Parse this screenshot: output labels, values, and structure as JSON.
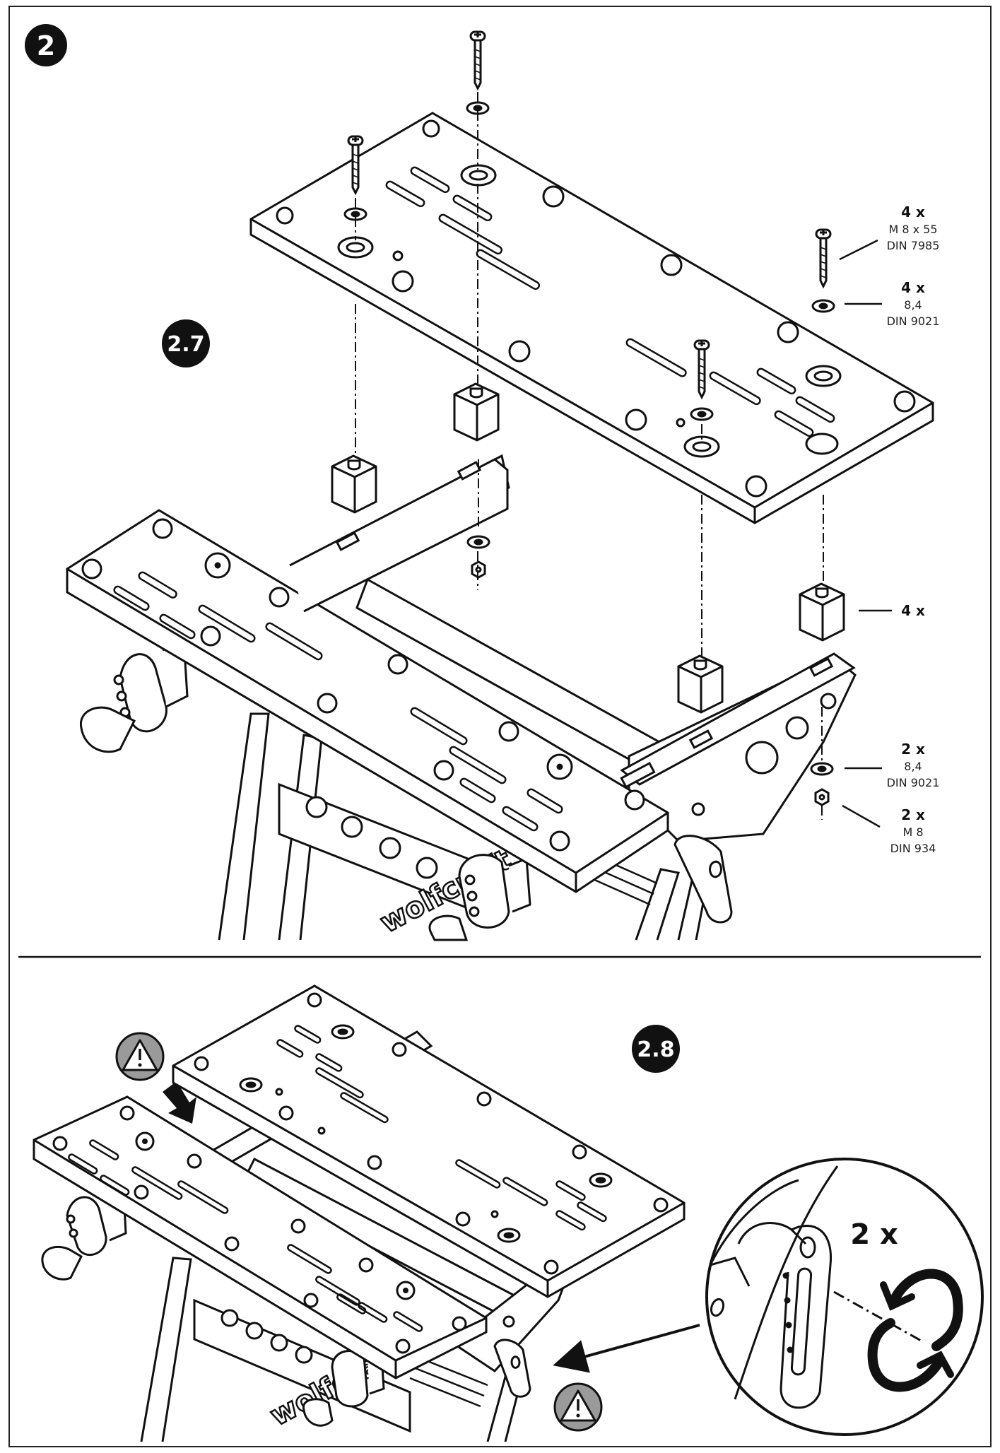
{
  "step": {
    "number": "2"
  },
  "substeps": {
    "a": "2.7",
    "b": "2.8"
  },
  "parts": {
    "screw": {
      "qty": "4 x",
      "size": "M 8 x 55",
      "norm": "DIN 7985"
    },
    "washer_top": {
      "qty": "4 x",
      "size": "8,4",
      "norm": "DIN 9021"
    },
    "spacer": {
      "qty": "4 x"
    },
    "washer_bottom": {
      "qty": "2 x",
      "size": "8,4",
      "norm": "DIN 9021"
    },
    "nut": {
      "qty": "2 x",
      "size": "M 8",
      "norm": "DIN 934"
    }
  },
  "brand": {
    "upper": "wolfcraft",
    "lower": "wolfcraft"
  },
  "detail": {
    "count": "2 x"
  },
  "icons": {
    "warning": "warning-triangle-icon",
    "rotate": "rotate-arrows-icon"
  }
}
